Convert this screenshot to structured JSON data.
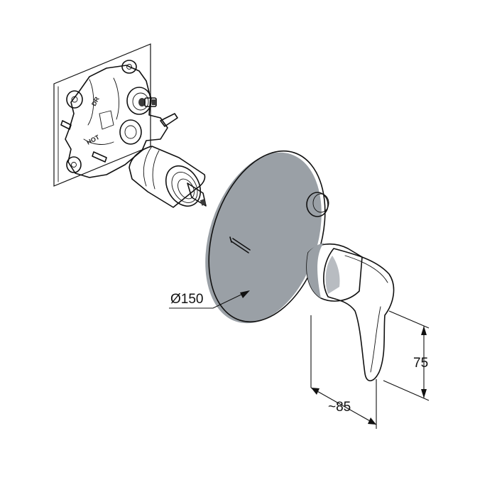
{
  "dimensions": {
    "diameter_label": "Ø150",
    "depth_label": "~85",
    "height_label": "75"
  },
  "valve_body_markings": {
    "top": "DR",
    "side": "HOT"
  }
}
